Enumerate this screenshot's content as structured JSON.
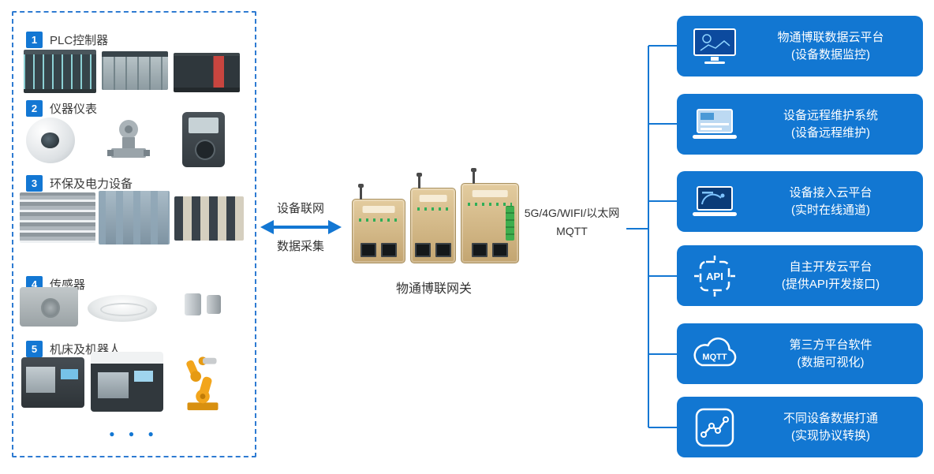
{
  "colors": {
    "accent": "#1377d3",
    "card_blue": "#1277d2",
    "panel_border": "#2e7bd2",
    "text_dark": "#3a3a3a"
  },
  "left_panel": {
    "categories": [
      {
        "num": "1",
        "label": "PLC控制器"
      },
      {
        "num": "2",
        "label": "仪器仪表"
      },
      {
        "num": "3",
        "label": "环保及电力设备"
      },
      {
        "num": "4",
        "label": "传感器"
      },
      {
        "num": "5",
        "label": "机床及机器人"
      }
    ],
    "more_dots": "●  ●  ●"
  },
  "middle": {
    "arrow_label_top": "设备联网",
    "arrow_label_bottom": "数据采集",
    "gateway_caption": "物通博联网关",
    "uplink_line1": "5G/4G/WIFI/以太网",
    "uplink_line2": "MQTT"
  },
  "right_panel": {
    "boxes": [
      {
        "icon": "monitor-icon",
        "title": "物通博联数据云平台",
        "subtitle": "(设备数据监控)"
      },
      {
        "icon": "laptop-icon",
        "title": "设备远程维护系统",
        "subtitle": "(设备远程维护)"
      },
      {
        "icon": "laptop-dark-icon",
        "title": "设备接入云平台",
        "subtitle": "(实时在线通道)"
      },
      {
        "icon": "api-chip-icon",
        "title": "自主开发云平台",
        "subtitle": "(提供API开发接口)"
      },
      {
        "icon": "mqtt-cloud-icon",
        "title": "第三方平台软件",
        "subtitle": "(数据可视化)"
      },
      {
        "icon": "data-chart-icon",
        "title": "不同设备数据打通",
        "subtitle": "(实现协议转换)"
      }
    ]
  },
  "icon_labels": {
    "api": "API",
    "mqtt": "MQTT"
  }
}
